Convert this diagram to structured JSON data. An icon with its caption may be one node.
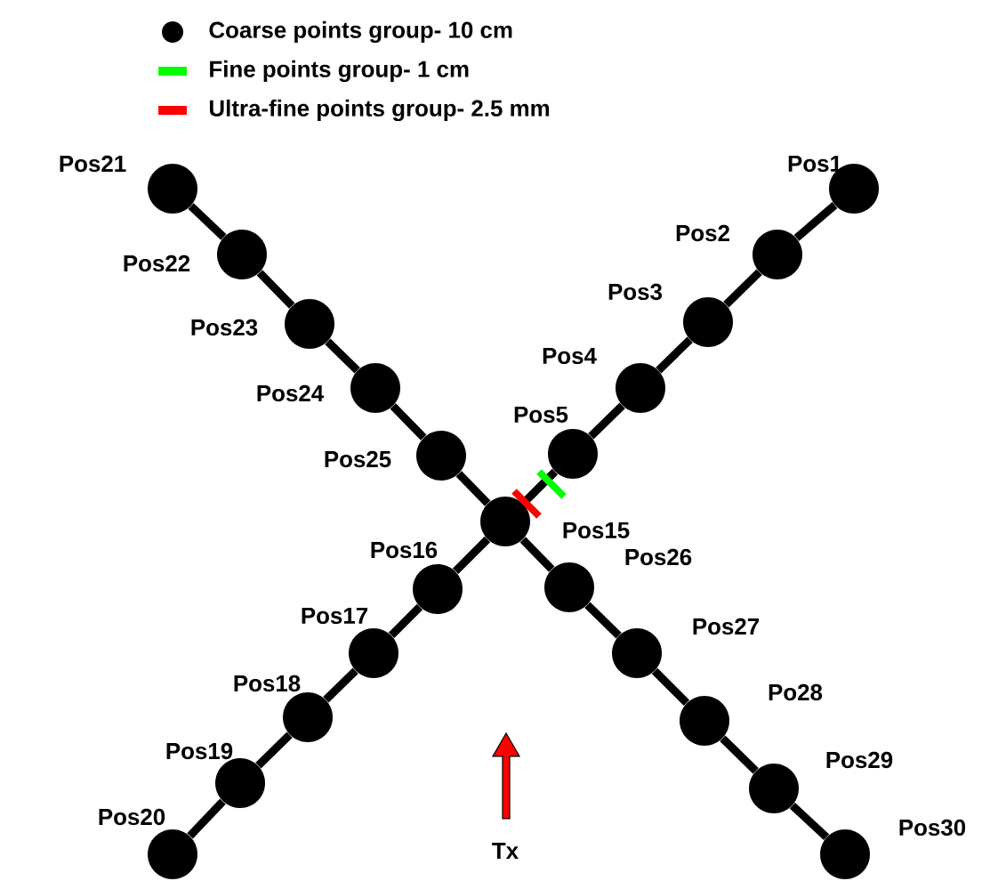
{
  "diagram": {
    "nodes": [
      {
        "text": [],
        "shape": "circle",
        "beside": [
          "Pos1"
        ]
      },
      {
        "text": [],
        "shape": "circle",
        "beside": [
          "Pos2"
        ]
      },
      {
        "text": [],
        "shape": "circle",
        "beside": [
          "Pos3"
        ]
      },
      {
        "text": [],
        "shape": "circle",
        "beside": [
          "Pos4"
        ]
      },
      {
        "text": [],
        "shape": "circle",
        "beside": [
          "Pos5"
        ]
      },
      {
        "text": [],
        "shape": "circle",
        "beside": [
          "Pos15"
        ]
      },
      {
        "text": [],
        "shape": "circle",
        "beside": [
          "Pos16"
        ]
      },
      {
        "text": [],
        "shape": "circle",
        "beside": [
          "Pos17"
        ]
      },
      {
        "text": [],
        "shape": "circle",
        "beside": [
          "Pos18"
        ]
      },
      {
        "text": [],
        "shape": "circle",
        "beside": [
          "Pos19"
        ]
      },
      {
        "text": [],
        "shape": "circle",
        "beside": [
          "Pos20"
        ]
      },
      {
        "text": [],
        "shape": "circle",
        "beside": [
          "Pos21"
        ]
      },
      {
        "text": [],
        "shape": "circle",
        "beside": [
          "Pos22"
        ]
      },
      {
        "text": [],
        "shape": "circle",
        "beside": [
          "Pos23"
        ]
      },
      {
        "text": [],
        "shape": "circle",
        "beside": [
          "Pos24"
        ]
      },
      {
        "text": [],
        "shape": "circle",
        "beside": [
          "Pos25"
        ]
      },
      {
        "text": [],
        "shape": "circle",
        "beside": [
          "Pos26"
        ]
      },
      {
        "text": [],
        "shape": "circle",
        "beside": [
          "Pos27"
        ]
      },
      {
        "text": [],
        "shape": "circle",
        "beside": [
          "Po28"
        ]
      },
      {
        "text": [],
        "shape": "circle",
        "beside": [
          "Pos29"
        ]
      },
      {
        "text": [],
        "shape": "circle",
        "beside": [
          "Pos30"
        ]
      }
    ],
    "edges": [
      {
        "from": 0,
        "to": 1,
        "arrow": "none"
      },
      {
        "from": 1,
        "to": 2,
        "arrow": "none"
      },
      {
        "from": 2,
        "to": 3,
        "arrow": "none"
      },
      {
        "from": 3,
        "to": 4,
        "arrow": "none"
      },
      {
        "from": 4,
        "to": 5,
        "arrow": "none"
      },
      {
        "from": 5,
        "to": 6,
        "arrow": "none"
      },
      {
        "from": 6,
        "to": 7,
        "arrow": "none"
      },
      {
        "from": 7,
        "to": 8,
        "arrow": "none"
      },
      {
        "from": 8,
        "to": 9,
        "arrow": "none"
      },
      {
        "from": 9,
        "to": 10,
        "arrow": "none"
      },
      {
        "from": 11,
        "to": 12,
        "arrow": "none"
      },
      {
        "from": 12,
        "to": 13,
        "arrow": "none"
      },
      {
        "from": 13,
        "to": 14,
        "arrow": "none"
      },
      {
        "from": 14,
        "to": 15,
        "arrow": "none"
      },
      {
        "from": 15,
        "to": 5,
        "arrow": "none"
      },
      {
        "from": 5,
        "to": 16,
        "arrow": "none"
      },
      {
        "from": 16,
        "to": 17,
        "arrow": "none"
      },
      {
        "from": 17,
        "to": 18,
        "arrow": "none"
      },
      {
        "from": 18,
        "to": 19,
        "arrow": "none"
      },
      {
        "from": 19,
        "to": 20,
        "arrow": "none"
      }
    ],
    "labels": [
      "Tx"
    ],
    "legend": [
      {
        "text": "Coarse points group- 10 cm"
      },
      {
        "text": "Fine points group- 1 cm",
        "color": "#00ff00"
      },
      {
        "text": "Ultra-fine points group- 2.5 mm",
        "color": "#ff0000"
      }
    ]
  }
}
